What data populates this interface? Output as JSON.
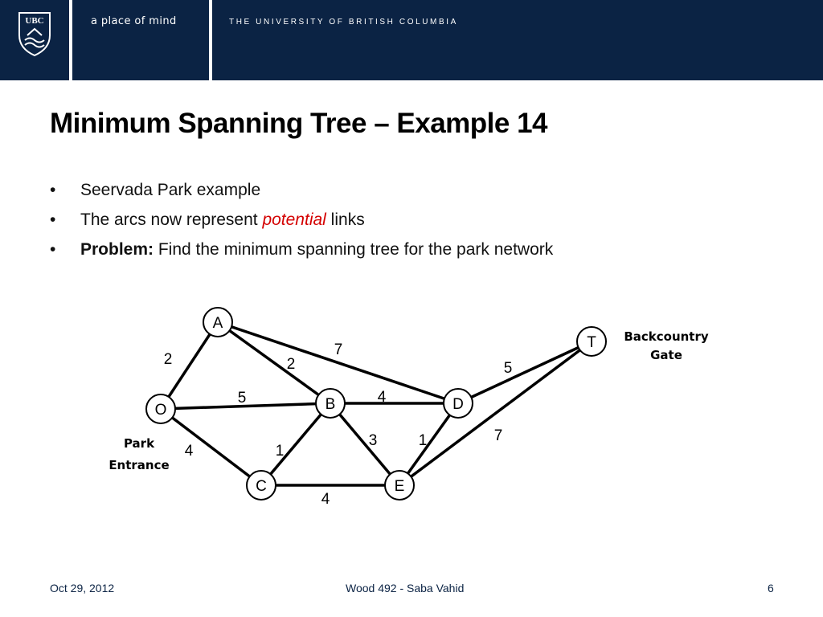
{
  "header": {
    "logo_text": "UBC",
    "tagline": "a place of mind",
    "university": "THE UNIVERSITY OF BRITISH COLUMBIA",
    "background_color": "#0b2344"
  },
  "slide": {
    "title": "Minimum Spanning Tree – Example 14",
    "bullets": [
      {
        "text": "Seervada Park example"
      },
      {
        "before": "The arcs now represent ",
        "emphasis": "potential",
        "after": " links",
        "emphasis_color": "#d40000"
      },
      {
        "bold": "Problem:",
        "after": " Find the minimum spanning tree for the park network"
      }
    ]
  },
  "network": {
    "nodes": {
      "A": {
        "label": "A"
      },
      "O": {
        "label": "O"
      },
      "B": {
        "label": "B"
      },
      "C": {
        "label": "C"
      },
      "D": {
        "label": "D"
      },
      "E": {
        "label": "E"
      },
      "T": {
        "label": "T"
      }
    },
    "edges": [
      {
        "from": "O",
        "to": "A",
        "weight": "2"
      },
      {
        "from": "A",
        "to": "B",
        "weight": "2"
      },
      {
        "from": "A",
        "to": "D",
        "weight": "7"
      },
      {
        "from": "O",
        "to": "B",
        "weight": "5"
      },
      {
        "from": "O",
        "to": "C",
        "weight": "4"
      },
      {
        "from": "B",
        "to": "C",
        "weight": "1"
      },
      {
        "from": "B",
        "to": "D",
        "weight": "4"
      },
      {
        "from": "B",
        "to": "E",
        "weight": "3"
      },
      {
        "from": "C",
        "to": "E",
        "weight": "4"
      },
      {
        "from": "D",
        "to": "E",
        "weight": "1"
      },
      {
        "from": "D",
        "to": "T",
        "weight": "5"
      },
      {
        "from": "E",
        "to": "T",
        "weight": "7"
      }
    ],
    "park_entrance_label": [
      "Park",
      "Entrance"
    ],
    "backcountry_gate_label": [
      "Backcountry",
      "Gate"
    ]
  },
  "footer": {
    "date": "Oct 29, 2012",
    "center": "Wood 492 - Saba Vahid",
    "page": "6"
  }
}
